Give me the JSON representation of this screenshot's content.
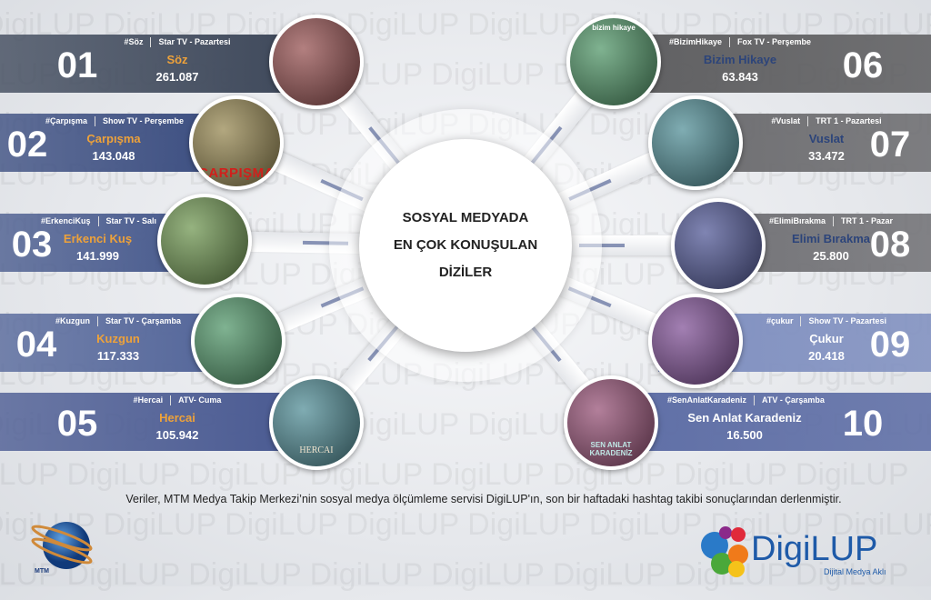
{
  "center": {
    "lines": [
      "SOSYAL MEDYADA",
      "EN ÇOK KONUŞULAN",
      "DİZİLER"
    ]
  },
  "watermark": "DigiLUP",
  "left": [
    {
      "rank": "01",
      "hashtag": "#Söz",
      "channel": "Star TV -  Pazartesi",
      "title": "Söz",
      "count": "261.087",
      "color": "#414b5d"
    },
    {
      "rank": "02",
      "hashtag": "#Çarpışma",
      "channel": "Show TV - Perşembe",
      "title": "Çarpışma",
      "count": "143.048",
      "color": "#3e5082"
    },
    {
      "rank": "03",
      "hashtag": "#ErkenciKuş",
      "channel": "Star TV - Salı",
      "title": "Erkenci Kuş",
      "count": "141.999",
      "color": "#4b5d8f"
    },
    {
      "rank": "04",
      "hashtag": "#Kuzgun",
      "channel": "Star TV - Çarşamba",
      "title": "Kuzgun",
      "count": "117.333",
      "color": "#56689b"
    },
    {
      "rank": "05",
      "hashtag": "#Hercai",
      "channel": "ATV- Cuma",
      "title": "Hercai",
      "count": "105.942",
      "color": "#4c5c93"
    }
  ],
  "right": [
    {
      "rank": "06",
      "hashtag": "#BizimHikaye",
      "channel": "Fox TV - Perşembe",
      "title": "Bizim Hikaye",
      "count": "63.843",
      "color": "#5e5e60"
    },
    {
      "rank": "07",
      "hashtag": "#Vuslat",
      "channel": "TRT 1 - Pazartesi",
      "title": "Vuslat",
      "count": "33.472",
      "color": "#6d6d70"
    },
    {
      "rank": "08",
      "hashtag": "#ElimiBırakma",
      "channel": "TRT 1 - Pazar",
      "title": "Elimi Bırakma",
      "count": "25.800",
      "color": "#727276"
    },
    {
      "rank": "09",
      "hashtag": "#çukur",
      "channel": "Show TV - Pazartesi",
      "title": "Çukur",
      "count": "20.418",
      "color": "#8090c0"
    },
    {
      "rank": "10",
      "hashtag": "#SenAnlatKaradeniz",
      "channel": "ATV - Çarşamba",
      "title": "Sen Anlat Karadeniz",
      "count": "16.500",
      "color": "#5d6da5"
    }
  ],
  "pic_texts": {
    "p1": "ÇARPIŞMA",
    "p4": "HERCAI",
    "p5": "bizim hikaye",
    "p9": "SEN ANLAT KARADENİZ"
  },
  "footnote": "Veriler, MTM Medya Takip Merkezi’nin sosyal medya ölçümleme servisi DigiLUP'ın, son bir haftadaki hashtag takibi sonuçlarından derlenmiştir.",
  "logos": {
    "mtm": "MTM",
    "digilup": "DigiLUP",
    "digilup_tagline": "Dijital Medya Aklı"
  }
}
